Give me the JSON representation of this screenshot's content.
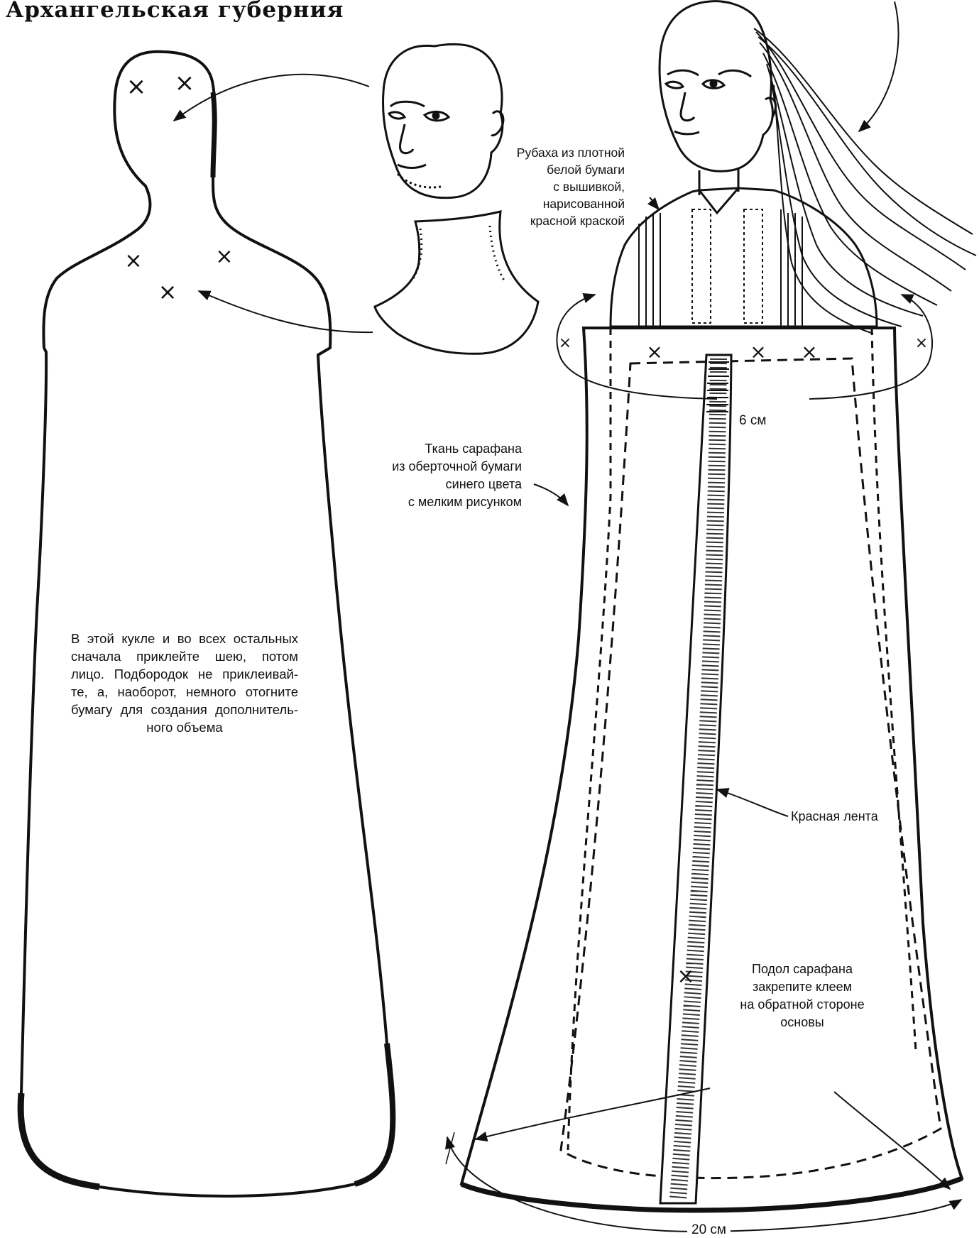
{
  "title": "Архангельская губерния",
  "notes": {
    "shirt": [
      "Рубаха из плотной",
      "белой бумаги",
      "с вышивкой,",
      "нарисованной",
      "красной краской"
    ],
    "fabric": [
      "Ткань сарафана",
      "из оберточной бумаги",
      "синего цвета",
      "с мелким рисунком"
    ],
    "instruction": [
      "В этой кукле и во всех остальных",
      "сначала приклейте шею, потом",
      "лицо. Подбородок не приклеивай-",
      "те, а, наоборот, немного отогните",
      "бумагу для создания дополнитель-",
      "ного объема"
    ],
    "ribbon": "Красная лента",
    "hem": [
      "Подол сарафана",
      "закрепите клеем",
      "на обратной стороне",
      "основы"
    ]
  },
  "dimensions": {
    "width_top": "6 см",
    "width_bottom": "20 см"
  },
  "pattern_marks": {
    "cross_symbol": "×",
    "body_cross_count": 5,
    "sarafan_cross_count": 6
  },
  "colors": {
    "ink": "#111111",
    "paper": "#ffffff"
  }
}
